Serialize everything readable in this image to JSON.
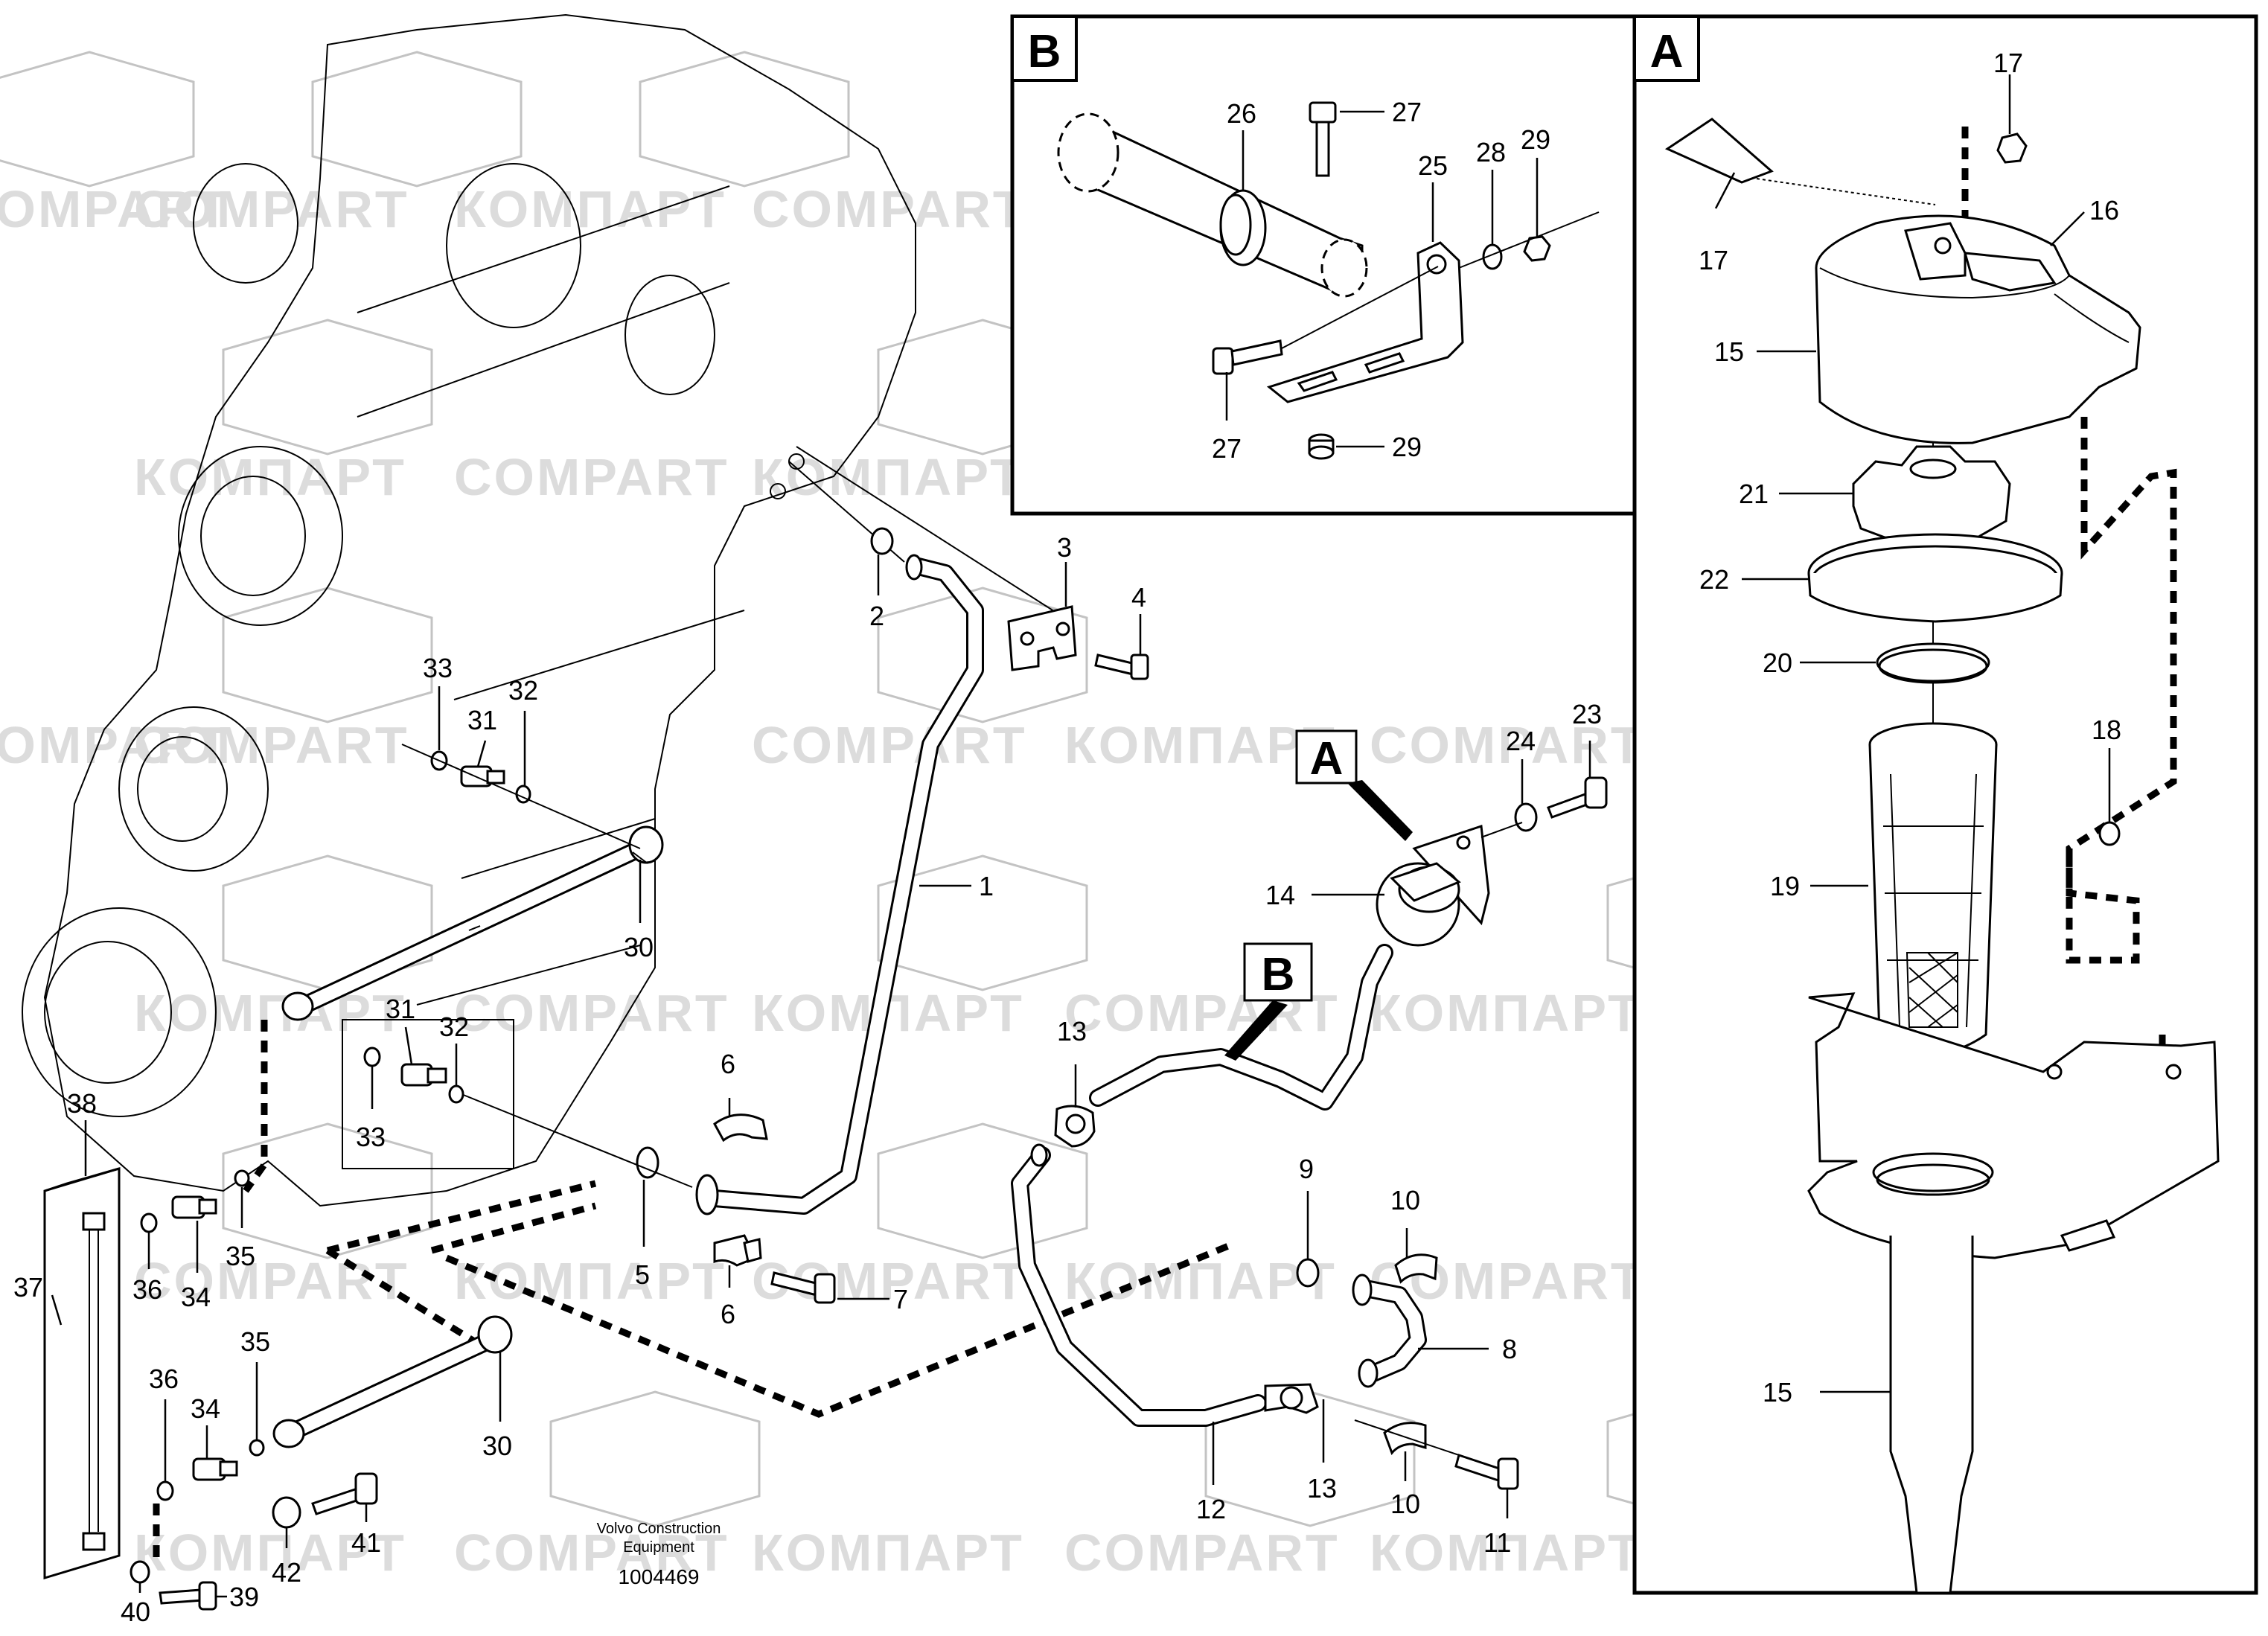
{
  "watermark_left": "COMPART",
  "watermark_right": "КОМПАРТ",
  "detail_a_letter": "A",
  "detail_b_letter": "B",
  "caption_line1": "Volvo Construction",
  "caption_line2": "Equipment",
  "document_number": "1004469",
  "callouts": {
    "c1": "1",
    "c2": "2",
    "c3": "3",
    "c4": "4",
    "c5": "5",
    "c6a": "6",
    "c6b": "6",
    "c7": "7",
    "c8": "8",
    "c9": "9",
    "c10a": "10",
    "c10b": "10",
    "c11": "11",
    "c12": "12",
    "c13a": "13",
    "c13b": "13",
    "c14": "14",
    "c23": "23",
    "c24": "24",
    "c30a": "30",
    "c30b": "30",
    "c31a": "31",
    "c31b": "31",
    "c32a": "32",
    "c32b": "32",
    "c33a": "33",
    "c33b": "33",
    "c34a": "34",
    "c34b": "34",
    "c35a": "35",
    "c35b": "35",
    "c36a": "36",
    "c36b": "36",
    "c37": "37",
    "c38": "38",
    "c39": "39",
    "c40": "40",
    "c41": "41",
    "c42": "42",
    "b25": "25",
    "b26": "26",
    "b27a": "27",
    "b27b": "27",
    "b28": "28",
    "b29a": "29",
    "b29b": "29",
    "a15a": "15",
    "a15b": "15",
    "a16": "16",
    "a17a": "17",
    "a17b": "17",
    "a18": "18",
    "a19": "19",
    "a20": "20",
    "a21": "21",
    "a22": "22"
  }
}
